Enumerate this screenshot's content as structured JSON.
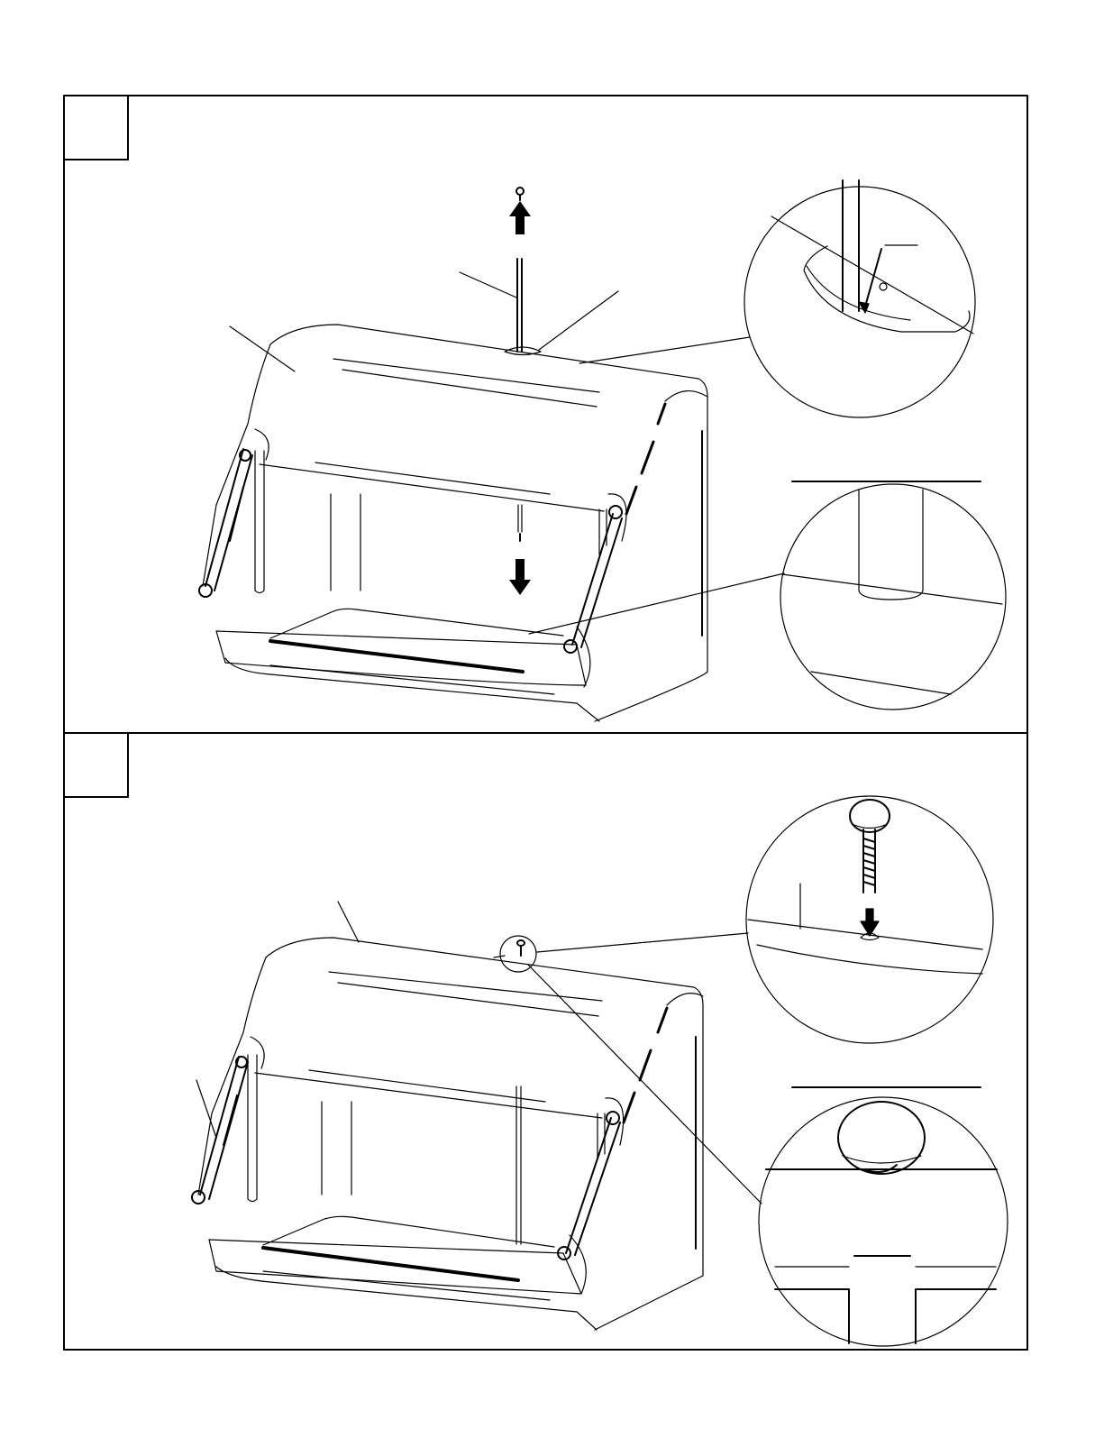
{
  "page": {
    "background": "#ffffff",
    "line_color": "#000000"
  },
  "steps": [
    {
      "number": "",
      "illustration": "hopper-frame-rod-removal",
      "callouts": [
        "",
        "",
        ""
      ],
      "detail_views": [
        "rod-in-slot-detail",
        "rod-seated-on-frame-detail"
      ]
    },
    {
      "number": "",
      "illustration": "hopper-frame-bolt-insertion",
      "callouts": [
        "",
        ""
      ],
      "detail_views": [
        "bolt-into-hole-detail",
        "bolt-head-seated-detail"
      ]
    }
  ],
  "icons": [
    "up-arrow-icon",
    "down-arrow-icon",
    "bolt-icon",
    "pin-icon"
  ]
}
